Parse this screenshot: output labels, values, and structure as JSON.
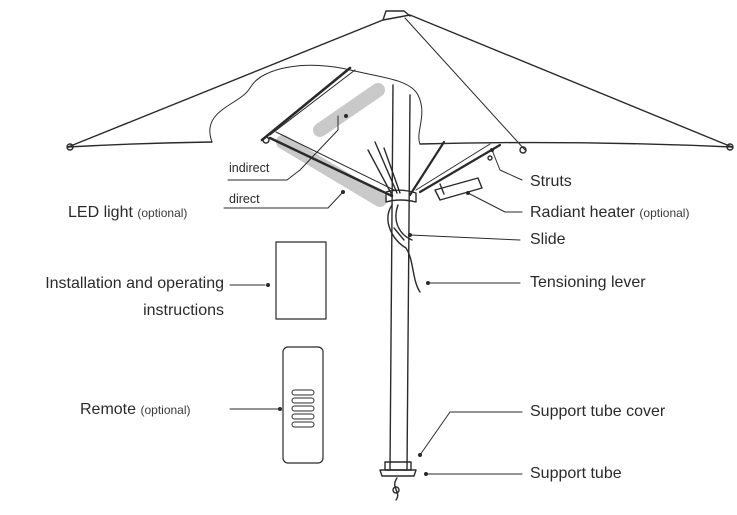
{
  "colors": {
    "stroke": "#2a2a2a",
    "highlight": "#c9c9c9",
    "text": "#2a2a2a"
  },
  "labels": {
    "indirect": "indirect",
    "direct": "direct",
    "led_light": "LED light",
    "led_light_note": "(optional)",
    "install_line1": "Installation and operating",
    "install_line2": "instructions",
    "remote": "Remote",
    "remote_note": "(optional)",
    "struts": "Struts",
    "radiant_heater": "Radiant heater",
    "radiant_heater_note": "(optional)",
    "slide": "Slide",
    "tensioning_lever": "Tensioning lever",
    "support_tube_cover": "Support tube cover",
    "support_tube": "Support tube"
  },
  "icons": {
    "canopy": "umbrella-canopy-icon",
    "pole": "umbrella-pole-icon",
    "manual": "manual-booklet-icon",
    "remote": "remote-control-icon",
    "heater": "radiant-heater-icon",
    "led": "led-light-bar-icon"
  }
}
